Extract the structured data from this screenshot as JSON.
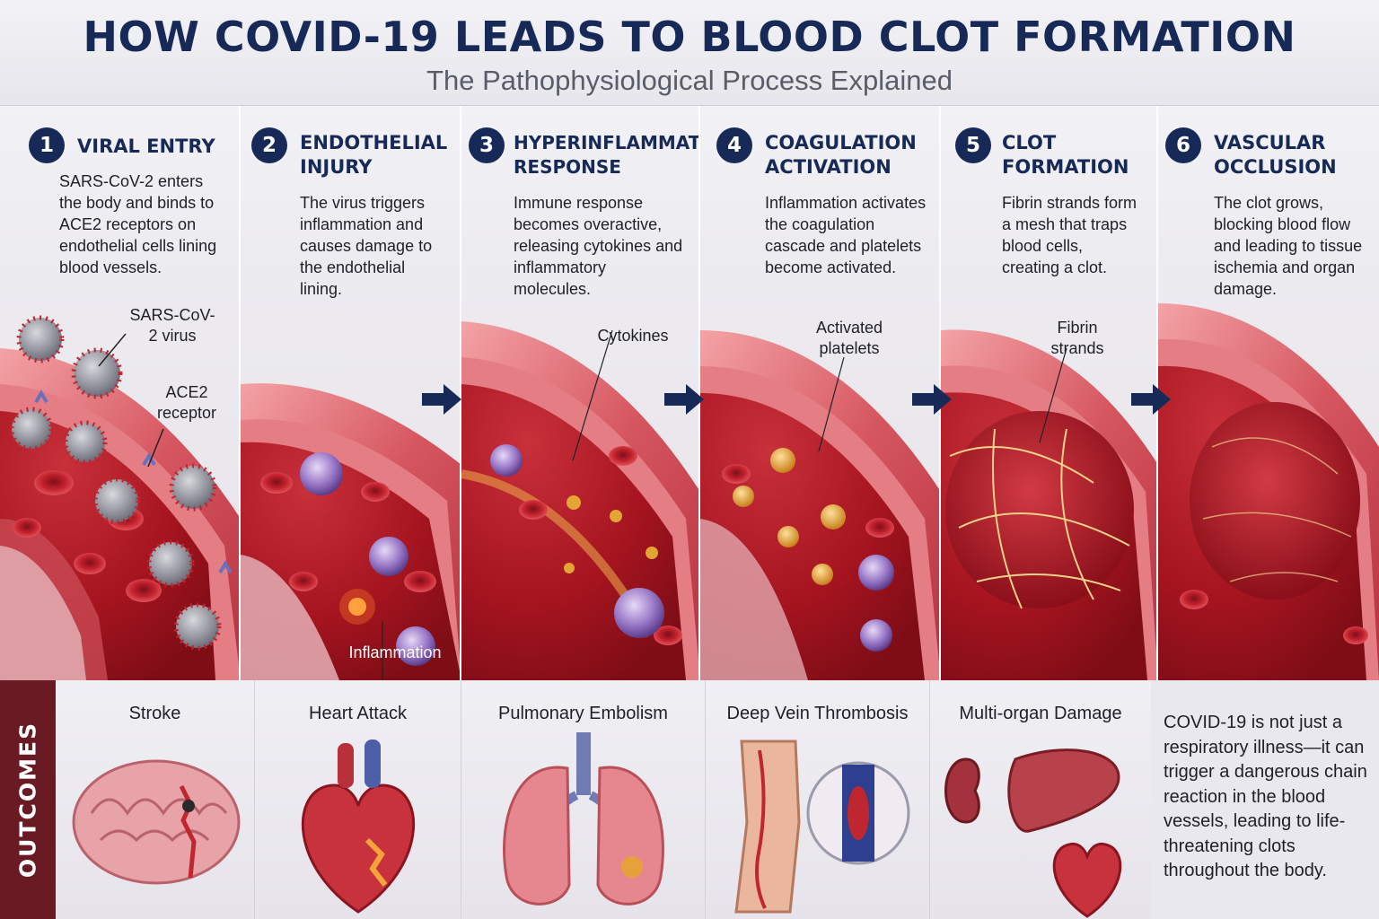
{
  "header": {
    "title": "HOW COVID-19 LEADS TO BLOOD CLOT FORMATION",
    "subtitle": "The Pathophysiological Process Explained"
  },
  "steps": [
    {
      "number": "1",
      "title": "VIRAL ENTRY",
      "description": "SARS-CoV-2 enters the body and binds to ACE2 receptors on endothelial cells lining blood vessels.",
      "callouts": [
        "SARS-CoV-2 virus",
        "ACE2 receptor"
      ]
    },
    {
      "number": "2",
      "title": "ENDOTHELIAL INJURY",
      "description": "The virus triggers inflammation and causes damage to the endothelial lining.",
      "callouts": [
        "Inflammation"
      ]
    },
    {
      "number": "3",
      "title": "HYPERINFLAMMATORY RESPONSE",
      "description": "Immune response becomes overactive, releasing cytokines and inflammatory molecules.",
      "callouts": [
        "Cytokines"
      ]
    },
    {
      "number": "4",
      "title": "COAGULATION ACTIVATION",
      "description": "Inflammation activates the coagulation cascade and platelets become activated.",
      "callouts": [
        "Activated platelets"
      ]
    },
    {
      "number": "5",
      "title": "CLOT FORMATION",
      "description": "Fibrin strands form a mesh that traps blood cells, creating a clot.",
      "callouts": [
        "Fibrin strands"
      ]
    },
    {
      "number": "6",
      "title": "VASCULAR OCCLUSION",
      "description": "The clot grows, blocking blood flow and leading to tissue ischemia and organ damage.",
      "callouts": []
    }
  ],
  "outcomes": {
    "label": "OUTCOMES",
    "items": [
      {
        "title": "Stroke",
        "icon": "brain-icon"
      },
      {
        "title": "Heart Attack",
        "icon": "heart-icon"
      },
      {
        "title": "Pulmonary Embolism",
        "icon": "lungs-icon"
      },
      {
        "title": "Deep Vein Thrombosis",
        "icon": "leg-vein-icon"
      },
      {
        "title": "Multi-organ Damage",
        "icon": "organs-icon"
      }
    ],
    "summary": "COVID-19 is not just a respiratory illness—it can trigger a dangerous chain reaction in the blood vessels, leading to life-threatening clots throughout the body."
  },
  "colors": {
    "navy": "#172a57",
    "blood": "#b81e2a",
    "vessel_wall": "#d9636c",
    "outcomes_bar": "#6a1a22",
    "platelet": "#e3a634",
    "immune_cell": "#9a79c8"
  }
}
